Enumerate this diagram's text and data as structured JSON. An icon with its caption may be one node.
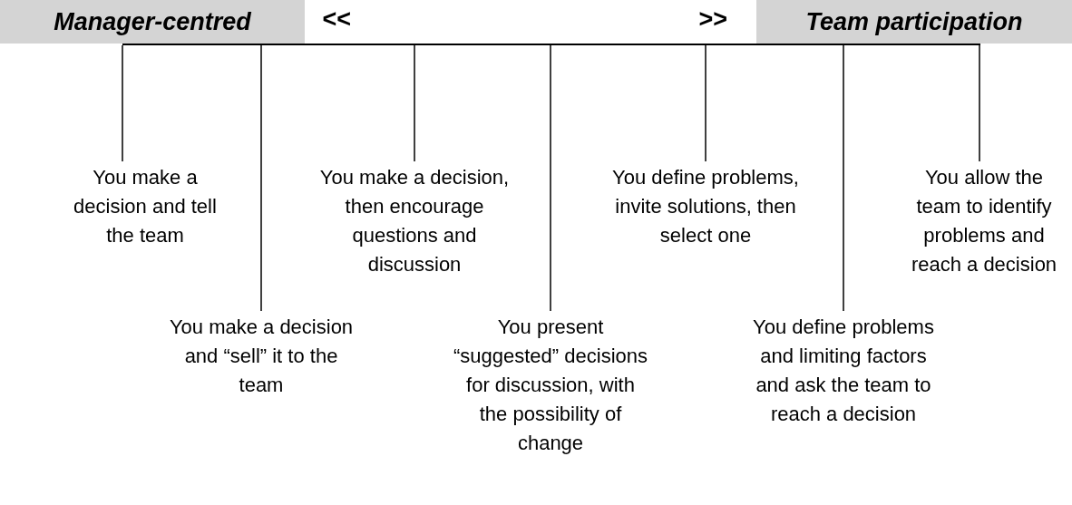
{
  "diagram": {
    "nodes": [
      {
        "text": [
          "Manager-centred"
        ]
      },
      {
        "text": [
          "Team participation"
        ]
      },
      {
        "text": [],
        "shape": "bar"
      },
      {
        "text": [
          "You make a decision and tell the team"
        ]
      },
      {
        "text": [
          "You make a decision and “sell” it to the team"
        ]
      },
      {
        "text": [
          "You make a decision, then encourage questions and discussion"
        ]
      },
      {
        "text": [
          "You present “suggested” decisions for discussion, with the possibility of change"
        ]
      },
      {
        "text": [
          "You define problems, invite solutions, then select one"
        ]
      },
      {
        "text": [
          "You define problems and limiting factors and ask the team to reach a decision"
        ]
      },
      {
        "text": [
          "You allow the team to identify problems and reach a decision"
        ]
      }
    ],
    "edges": [
      {
        "from": 2,
        "to": 3,
        "arrow": "none"
      },
      {
        "from": 2,
        "to": 4,
        "arrow": "none"
      },
      {
        "from": 2,
        "to": 5,
        "arrow": "none"
      },
      {
        "from": 2,
        "to": 6,
        "arrow": "none"
      },
      {
        "from": 2,
        "to": 7,
        "arrow": "none"
      },
      {
        "from": 2,
        "to": 8,
        "arrow": "none"
      },
      {
        "from": 2,
        "to": 9,
        "arrow": "none"
      }
    ],
    "labels": [
      "<<",
      ">>"
    ]
  }
}
